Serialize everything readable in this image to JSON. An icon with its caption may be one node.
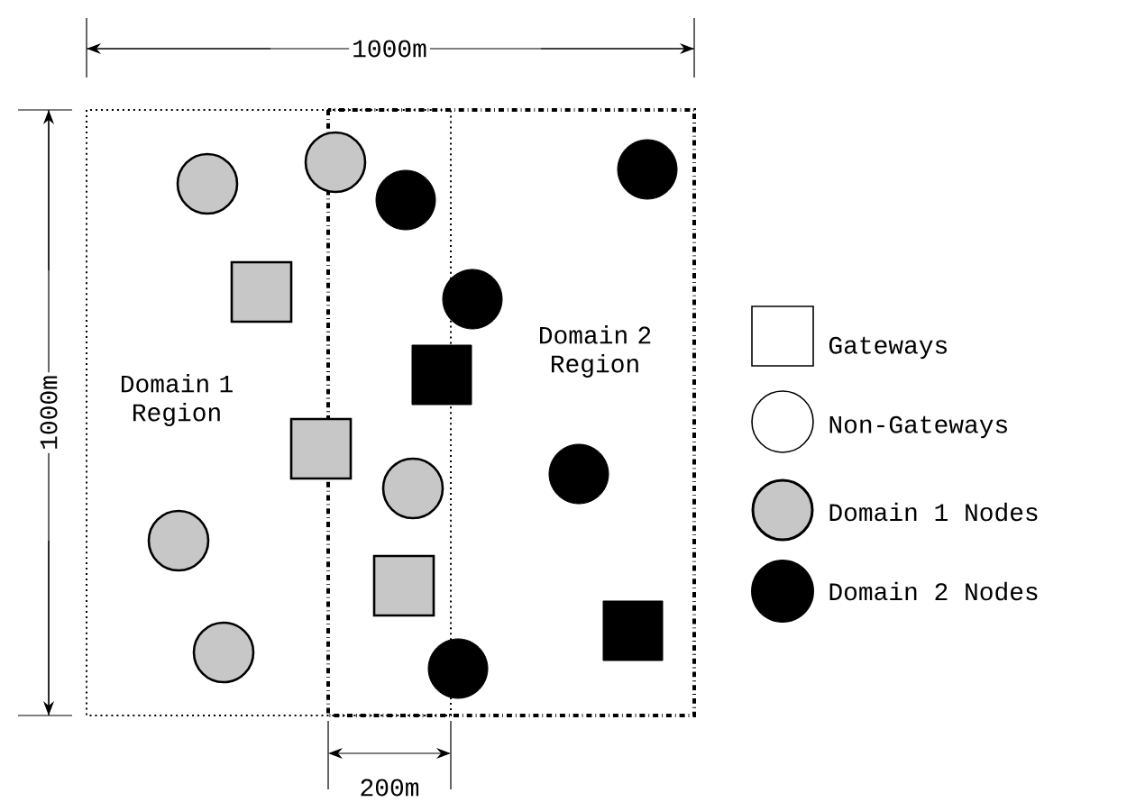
{
  "diagram": {
    "nodes": [
      {
        "text": [
          "Domain 1 Region"
        ]
      },
      {
        "text": [
          "Domain 2 Region"
        ]
      },
      {
        "text": [],
        "shape": "circle",
        "in": 0
      },
      {
        "text": [],
        "shape": "circle",
        "in": 1
      },
      {
        "text": [],
        "shape": "circle",
        "in": 0
      },
      {
        "text": [],
        "shape": "circle"
      },
      {
        "text": [],
        "shape": "box",
        "in": 0
      },
      {
        "text": [],
        "shape": "circle",
        "in": 1
      },
      {
        "text": [],
        "shape": "box",
        "in": 1
      },
      {
        "text": [],
        "shape": "box",
        "in": 0
      },
      {
        "text": [],
        "shape": "circle",
        "in": 1
      },
      {
        "text": [],
        "shape": "circle"
      },
      {
        "text": [],
        "shape": "circle",
        "in": 0
      },
      {
        "text": [],
        "shape": "box"
      },
      {
        "text": [],
        "shape": "box",
        "in": 1
      },
      {
        "text": [],
        "shape": "circle",
        "in": 0
      },
      {
        "text": [],
        "shape": "circle",
        "in": 1
      }
    ],
    "labels": [
      "1000m",
      "1000m",
      "200m"
    ],
    "legend": [
      {
        "text": "Gateways"
      },
      {
        "text": "Non-Gateways"
      },
      {
        "text": "Domain 1 Nodes"
      },
      {
        "text": "Domain 2 Nodes"
      }
    ]
  }
}
